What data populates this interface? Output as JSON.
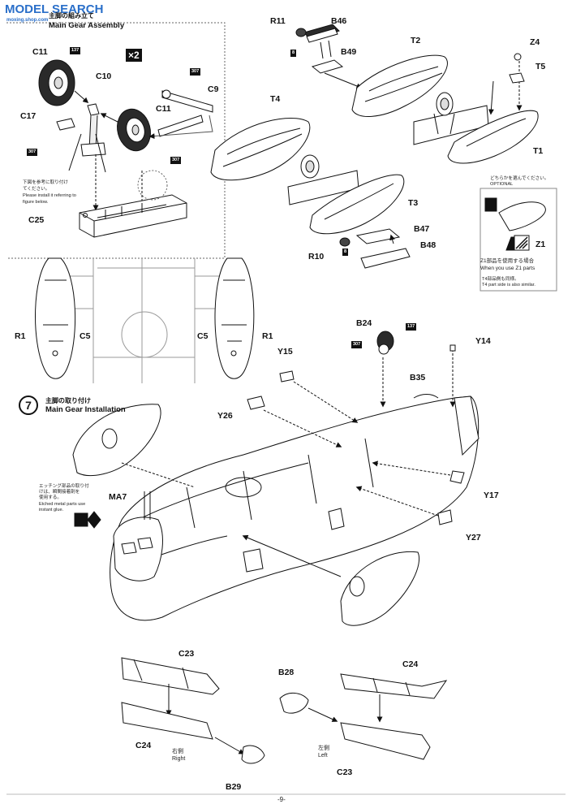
{
  "watermark": {
    "logo_text": "MODEL SEARCH",
    "logo_domain": "moxing.shop.com"
  },
  "step6": {
    "title_jp": "主脚の組み立て",
    "title_en": "Main Gear Assembly",
    "multiplier": "×2"
  },
  "step7": {
    "number": "7",
    "title_jp": "主脚の取り付け",
    "title_en": "Main Gear Installation"
  },
  "notes": {
    "figure_ref_jp": [
      "下図を参考に取り付け",
      "てください。"
    ],
    "figure_ref_en": [
      "Please install it referring to",
      "figure below."
    ],
    "optional_jp": "どちらかを選んでください。",
    "optional_en": "OPTIONAL",
    "z1_jp": "Z1部品を使用する場合",
    "z1_en": "When you use Z1 parts",
    "t4_jp": "T4部品側も同様。",
    "t4_en": "T4 part side is also similar.",
    "etched_jp": [
      "エッチング部品の取り付",
      "けは、瞬間接着剤を",
      "使用する。"
    ],
    "etched_en": [
      "Etched metal parts use",
      "instant glue."
    ],
    "right_jp": "右側",
    "right_en": "Right",
    "left_jp": "左側",
    "left_en": "Left"
  },
  "counts": {
    "c137a": "137",
    "c307a": "307",
    "c307b": "307",
    "c307c": "307",
    "c8a": "8",
    "c8b": "8",
    "c137b": "137",
    "c307d": "307"
  },
  "parts": {
    "C11a": "C11",
    "C10": "C10",
    "C17": "C17",
    "C11b": "C11",
    "C9": "C9",
    "C25": "C25",
    "R11": "R11",
    "B46": "B46",
    "B49": "B49",
    "T2": "T2",
    "Z4": "Z4",
    "T5": "T5",
    "T1": "T1",
    "T4": "T4",
    "T3": "T3",
    "B47": "B47",
    "B48": "B48",
    "R10": "R10",
    "Z1": "Z1",
    "R1a": "R1",
    "C5a": "C5",
    "C5b": "C5",
    "R1b": "R1",
    "B24": "B24",
    "Y14": "Y14",
    "Y15": "Y15",
    "B35": "B35",
    "Y26": "Y26",
    "Y17": "Y17",
    "Y27": "Y27",
    "MA7": "MA7",
    "C23a": "C23",
    "C24a": "C24",
    "B29": "B29",
    "B28": "B28",
    "C24b": "C24",
    "C23b": "C23"
  },
  "page_number": "-9-"
}
